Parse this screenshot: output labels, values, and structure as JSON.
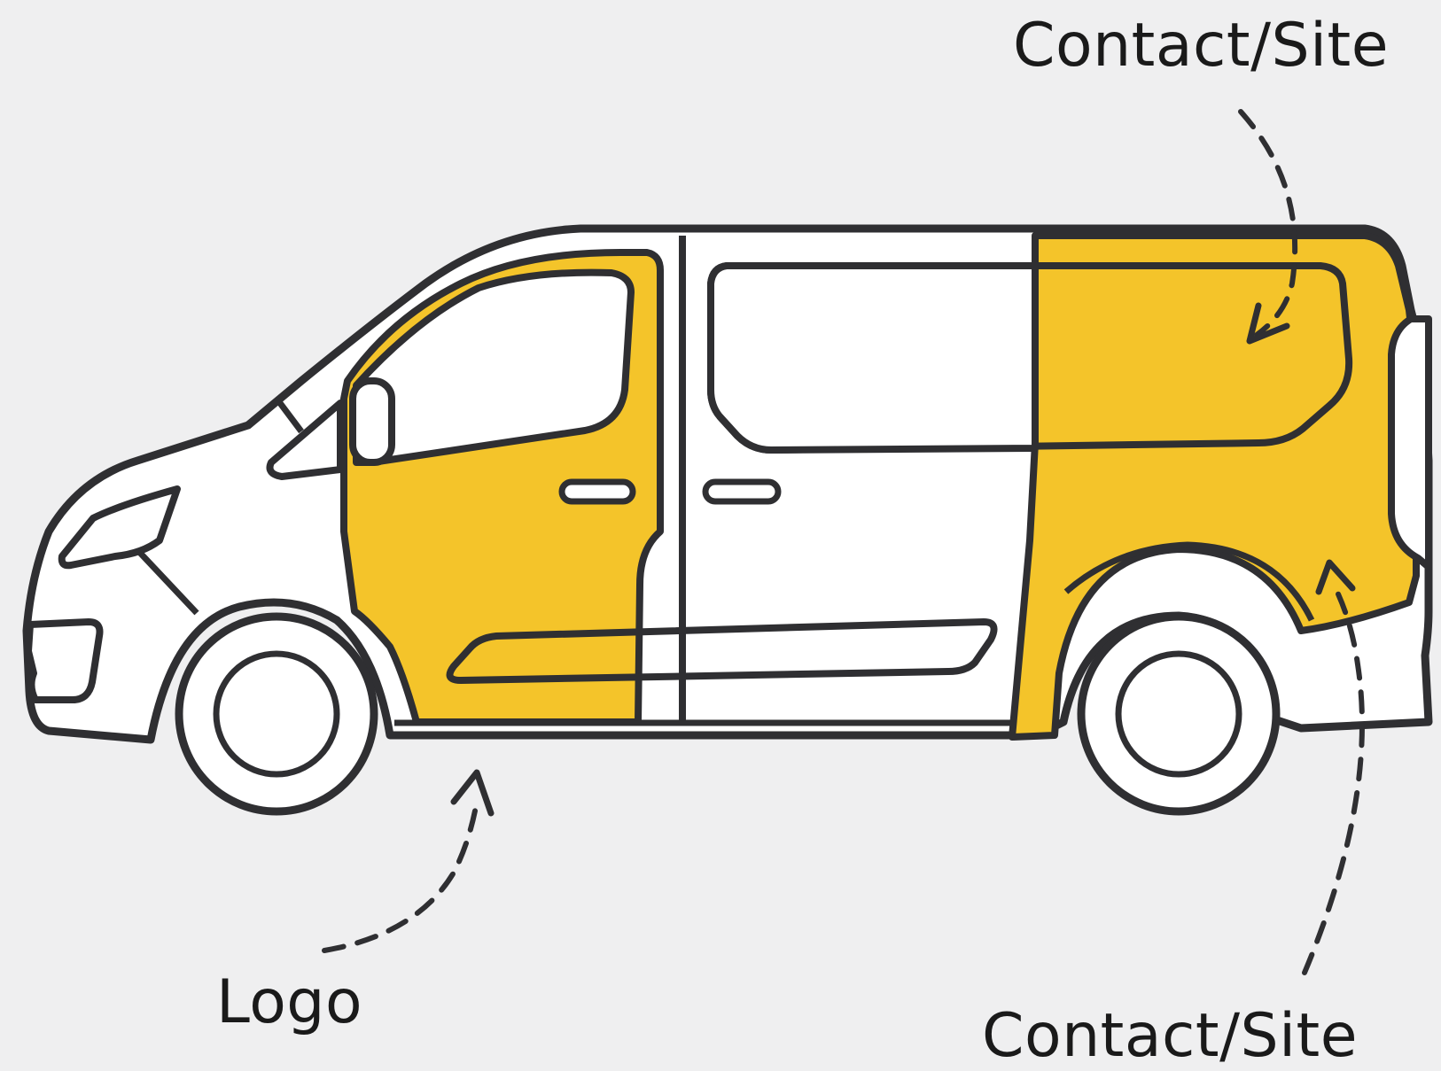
{
  "colors": {
    "background": "#efeff0",
    "outline": "#2f2f32",
    "highlight": "#f4c42a",
    "body_fill": "#ffffff",
    "text": "#1a1a1a"
  },
  "labels": {
    "contact_site_top": "Contact/Site",
    "contact_site_bottom": "Contact/Site",
    "logo": "Logo"
  }
}
